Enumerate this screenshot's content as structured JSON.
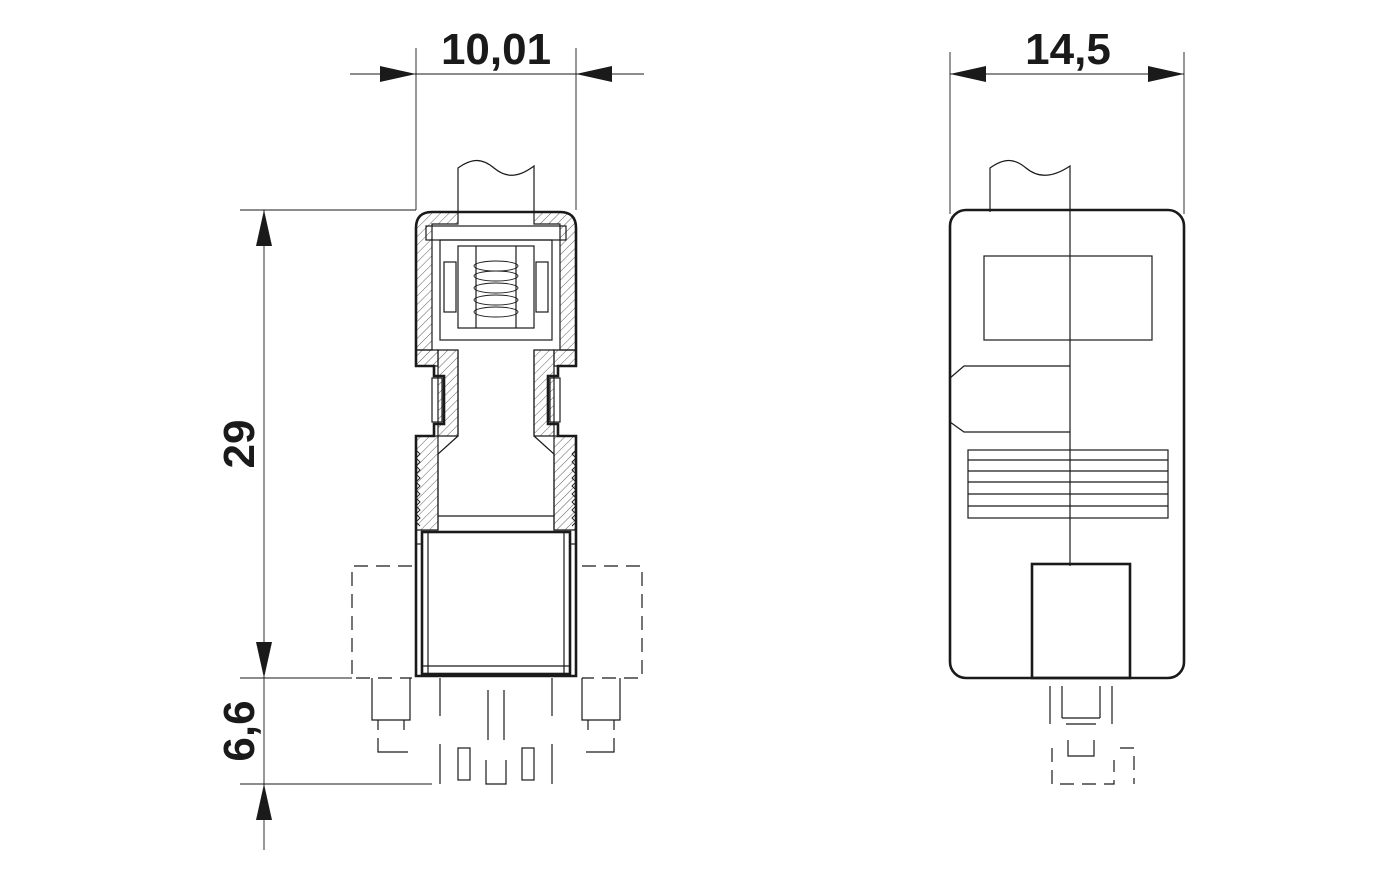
{
  "drawing": {
    "dimensions": {
      "front_width": "10,01",
      "side_width": "14,5",
      "body_height": "29",
      "pin_length": "6,6"
    }
  }
}
